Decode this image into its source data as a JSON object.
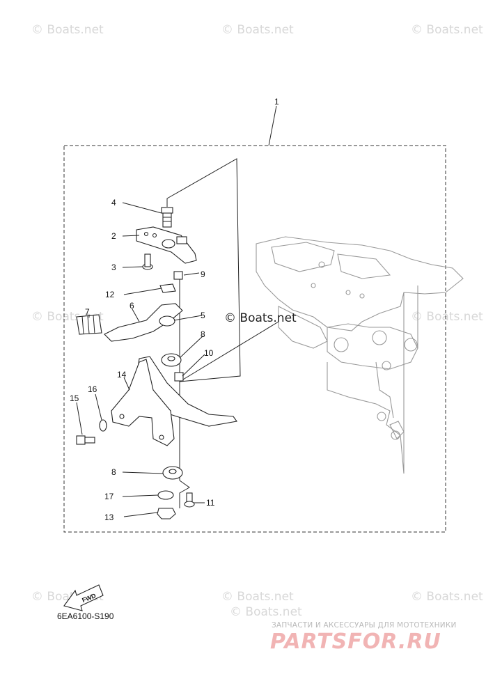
{
  "watermarks": [
    "© Boats.net",
    "© Boats.net",
    "© Boats.net",
    "© Boats.net",
    "© Boats.net",
    "© Boats.net",
    "© Boats.net",
    "© Boats.net",
    "© Boats.net"
  ],
  "center_watermark": "© Boats.net",
  "callouts": [
    "1",
    "2",
    "3",
    "4",
    "5",
    "6",
    "7",
    "8",
    "9",
    "10",
    "11",
    "12",
    "13",
    "14",
    "15",
    "16",
    "17",
    "8"
  ],
  "fwd_label": "FWD",
  "diagram_code": "6EA6100-S190",
  "shop_tagline": "ЗАПЧАСТИ И АКСЕССУАРЫ ДЛЯ МОТОТЕХНИКИ",
  "shop_logo": "PARTSFOR.RU"
}
